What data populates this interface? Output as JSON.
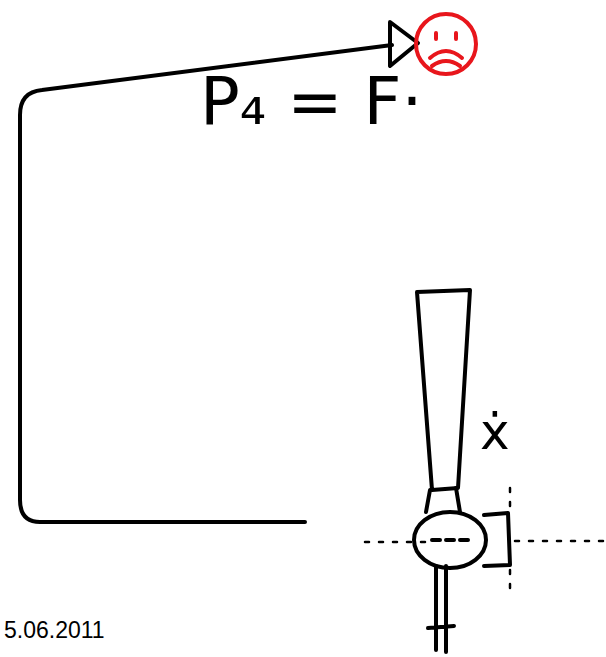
{
  "diagram": {
    "labels": [
      "P₄ = F·",
      "ẋ",
      "5.06.2011"
    ]
  }
}
